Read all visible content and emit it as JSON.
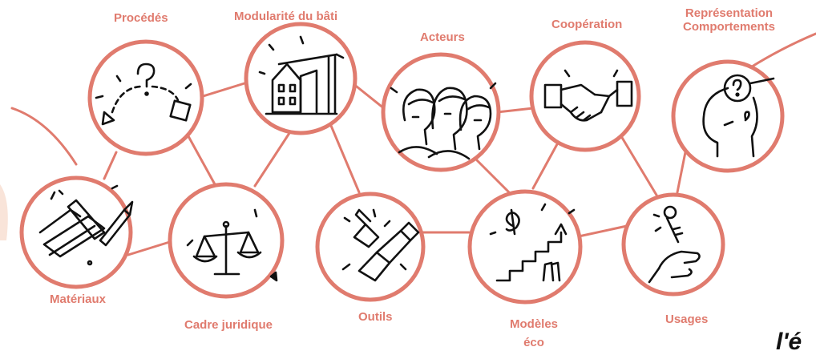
{
  "colors": {
    "accent": "#e07b6e",
    "stroke": "#111111",
    "light_accent": "#f6d8c9"
  },
  "nodes": {
    "procedes": {
      "label": "Procédés",
      "icon": "process-arrow-icon"
    },
    "modularite": {
      "label": "Modularité du bâti",
      "icon": "building-crane-icon"
    },
    "acteurs": {
      "label": "Acteurs",
      "icon": "people-group-icon"
    },
    "cooperation": {
      "label": "Coopération",
      "icon": "handshake-icon"
    },
    "representation": {
      "label_line1": "Représentation",
      "label_line2": "Comportements",
      "icon": "head-magnifier-icon"
    },
    "materiaux": {
      "label": "Matériaux",
      "icon": "materials-pencil-icon"
    },
    "cadre": {
      "label": "Cadre juridique",
      "icon": "scales-icon"
    },
    "outils": {
      "label": "Outils",
      "icon": "tools-hammer-icon"
    },
    "modeles": {
      "label_line1": "Modèles",
      "label_line2": "éco",
      "icon": "growth-dollar-icon"
    },
    "usages": {
      "label": "Usages",
      "icon": "key-hand-icon"
    }
  },
  "corner_text": "l'é"
}
